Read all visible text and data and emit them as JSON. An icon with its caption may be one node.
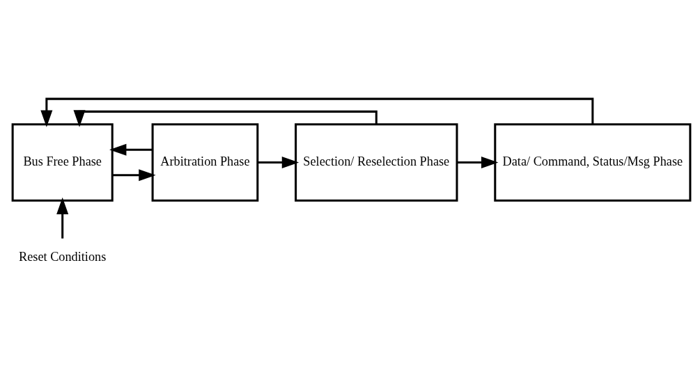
{
  "diagram": {
    "nodes": [
      {
        "text": [
          "Bus Free Phase"
        ]
      },
      {
        "text": [
          "Arbitration Phase"
        ]
      },
      {
        "text": [
          "Selection/ Reselection Phase"
        ]
      },
      {
        "text": [
          "Data/ Command, Status/Msg Phase"
        ]
      },
      {
        "text": [
          "Reset Conditions"
        ]
      }
    ],
    "edges": [
      {
        "from": 0,
        "to": 1,
        "arrow": "to"
      },
      {
        "from": 1,
        "to": 2,
        "arrow": "to"
      },
      {
        "from": 2,
        "to": 3,
        "arrow": "to"
      },
      {
        "from": 1,
        "to": 0,
        "arrow": "to"
      },
      {
        "from": 2,
        "to": 0,
        "arrow": "to"
      },
      {
        "from": 3,
        "to": 0,
        "arrow": "to"
      },
      {
        "from": 4,
        "to": 0,
        "arrow": "to"
      }
    ]
  }
}
